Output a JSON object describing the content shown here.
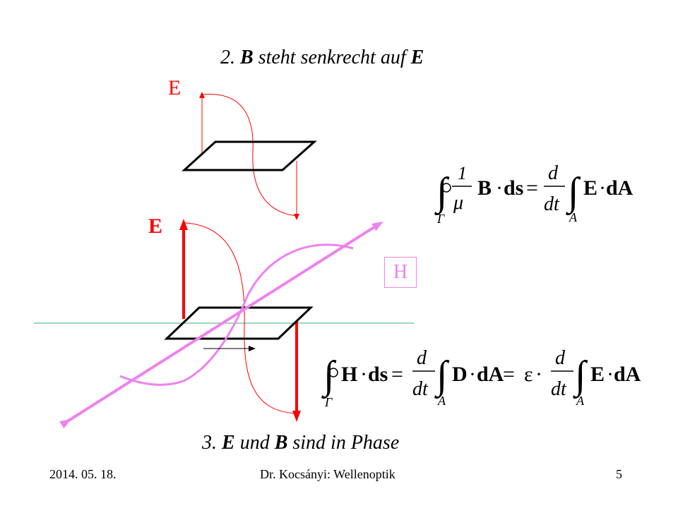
{
  "slide": {
    "title_top": {
      "prefix": "2. ",
      "bold": "B",
      "middle": " steht senkrecht auf ",
      "bold2": "E"
    },
    "title_bottom": {
      "prefix": "3. ",
      "bold": "E",
      "middle": " und ",
      "bold2": "B",
      "suffix": " sind in Phase"
    },
    "label_e_top": "E",
    "label_e_bottom": "E",
    "label_h": "H",
    "footer": {
      "date": "2014. 05. 18.",
      "author": "Dr. Kocsányi: Wellenoptik",
      "page": "5"
    },
    "equation_1": {
      "frac_num": "1",
      "frac_den": "μ",
      "lhs_vec": "B",
      "lhs_diff": "ds",
      "rhs_num": "d",
      "rhs_den": "dt",
      "rhs_vec1": "E",
      "rhs_vec2": "dA",
      "sub_lhs": "Γ",
      "sub_rhs": "A",
      "eq": "="
    },
    "equation_2": {
      "lhs_vec": "H",
      "lhs_diff": "ds",
      "num": "d",
      "den": "dt",
      "mid_vec1": "D",
      "mid_vec2": "dA",
      "epsilon": "ε",
      "rhs_vec1": "E",
      "rhs_vec2": "dA",
      "sub_lhs": "Γ",
      "sub_mid": "A",
      "sub_rhs": "A",
      "eq": "="
    },
    "colors": {
      "e_field": "#ff0000",
      "h_field": "#ee82ee",
      "axis": "#3cb371",
      "frame": "#000000"
    }
  }
}
